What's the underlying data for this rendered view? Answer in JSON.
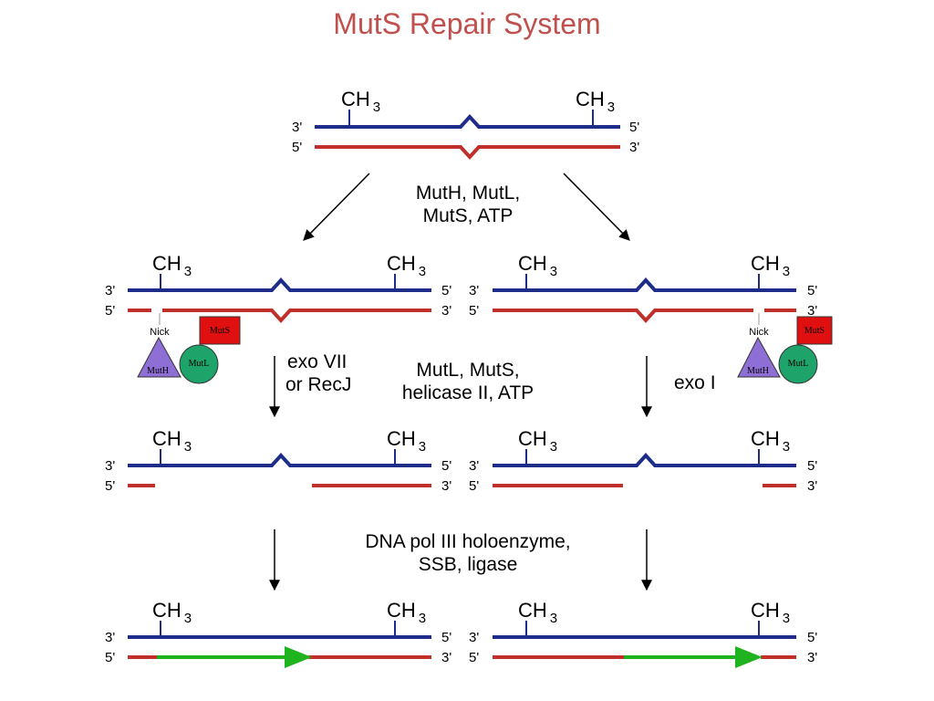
{
  "title": "MutS Repair System",
  "colors": {
    "template_strand": "#1f2d8a",
    "daughter_strand": "#c0302a",
    "new_synthesis": "#1fb31f",
    "muth": "#8e6fd6",
    "mutl": "#1ea36a",
    "muts": "#e01010",
    "title": "#c0504d"
  },
  "strand_ends": {
    "three_prime": "3'",
    "five_prime": "5'"
  },
  "methyl_label": {
    "base": "CH",
    "sub": "3"
  },
  "steps": {
    "recognition": [
      "MutH, MutL,",
      "MutS, ATP"
    ],
    "excision_left": [
      "exo VII",
      "or RecJ"
    ],
    "helicase": [
      "MutL, MutS,",
      "helicase II, ATP"
    ],
    "excision_right": "exo I",
    "resynthesis": [
      "DNA pol III holoenzyme,",
      "SSB, ligase"
    ]
  },
  "proteins": {
    "nick": "Nick",
    "muth": "MutH",
    "mutl": "MutL",
    "muts": "MutS"
  }
}
